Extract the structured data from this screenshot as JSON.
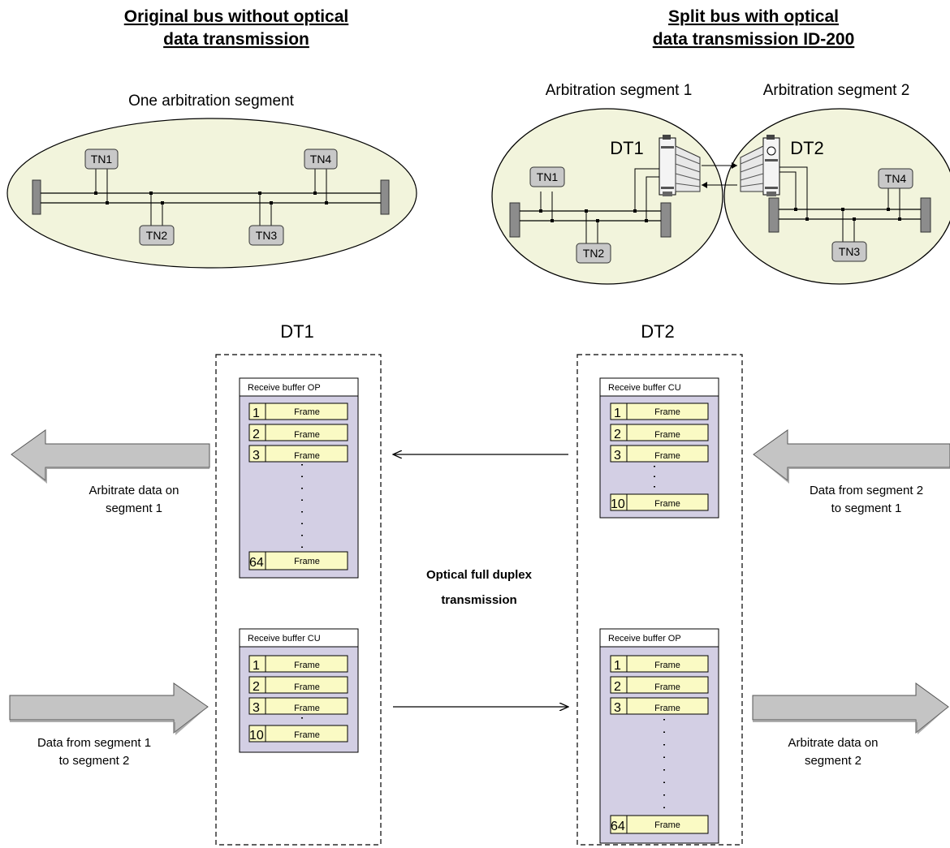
{
  "headings": {
    "left_line1": "Original bus without optical",
    "left_line2": "data transmission",
    "right_line1": "Split bus with optical",
    "right_line2": "data transmission ID-200"
  },
  "segments": {
    "one": "One arbitration segment",
    "seg1": "Arbitration segment 1",
    "seg2": "Arbitration segment 2"
  },
  "nodes": {
    "tn1": "TN1",
    "tn2": "TN2",
    "tn3": "TN3",
    "tn4": "TN4"
  },
  "devices": {
    "dt1": "DT1",
    "dt2": "DT2"
  },
  "buffers": {
    "receive_op": "Receive buffer OP",
    "receive_cu": "Receive buffer CU",
    "frame": "Frame",
    "n1": "1",
    "n2": "2",
    "n3": "3",
    "n10": "10",
    "n64": "64"
  },
  "center": {
    "line1": "Optical full duplex",
    "line2": "transmission"
  },
  "arrows": {
    "arb1_line1": "Arbitrate data on",
    "arb1_line2": "segment 1",
    "from1_line1": "Data from segment 1",
    "from1_line2": "to segment 2",
    "from2_line1": "Data from segment 2",
    "from2_line2": "to segment 1",
    "arb2_line1": "Arbitrate data on",
    "arb2_line2": "segment 2"
  },
  "colors": {
    "ellipse_fill": "#f2f4dc",
    "node_fill": "#c8c8c8",
    "buffer_fill": "#d3cfe4",
    "frame_fill": "#fafac4",
    "arrow_fill": "#c4c4c4",
    "terminator": "#8c8c8c"
  }
}
